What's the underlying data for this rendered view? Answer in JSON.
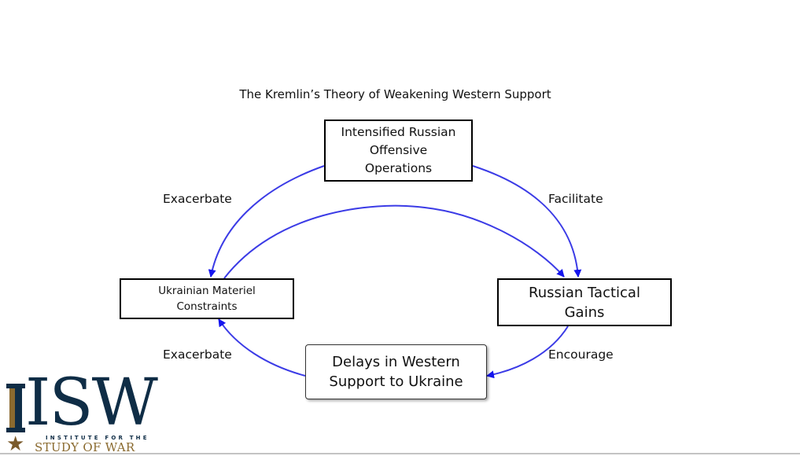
{
  "title": "The Kremlin’s Theory of Weakening Western Support",
  "nodes": {
    "ops": "Intensified Russian Offensive Operations",
    "ukr": "Ukrainian Materiel Constraints",
    "rtg": "Russian Tactical Gains",
    "delay": "Delays in Western Support to Ukraine"
  },
  "node_lines": {
    "ops": [
      "Intensified Russian",
      "Offensive",
      "Operations"
    ],
    "ukr": [
      "Ukrainian Materiel",
      "Constraints"
    ],
    "rtg": [
      "Russian Tactical",
      "Gains"
    ],
    "delay": [
      "Delays in Western",
      "Support to Ukraine"
    ]
  },
  "edges": [
    {
      "from": "ops",
      "to": "ukr",
      "label": "Exacerbate"
    },
    {
      "from": "ops",
      "to": "rtg",
      "label": "Facilitate"
    },
    {
      "from": "ukr",
      "to": "rtg",
      "label": ""
    },
    {
      "from": "rtg",
      "to": "delay",
      "label": "Encourage"
    },
    {
      "from": "delay",
      "to": "ukr",
      "label": "Exacerbate"
    }
  ],
  "labels": {
    "exacerbate_top": "Exacerbate",
    "facilitate": "Facilitate",
    "exacerbate_bottom": "Exacerbate",
    "encourage": "Encourage"
  },
  "logo": {
    "mark": "ISW",
    "line1": "INSTITUTE FOR THE",
    "line2": "STUDY OF WAR"
  },
  "colors": {
    "arrow": "#2a2ae0",
    "logo_navy": "#0f2d46",
    "logo_gold": "#8a6a2f"
  }
}
